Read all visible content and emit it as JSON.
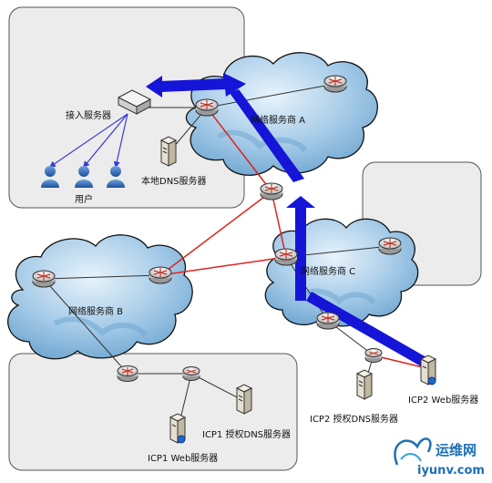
{
  "labels": {
    "access_server": "接入服务器",
    "users": "用户",
    "local_dns": "本地DNS服务器",
    "isp_a": "网络服务商 A",
    "isp_b": "网络服务商 B",
    "isp_c": "网络服务商 C",
    "icp1_dns": "ICP1 授权DNS服务器",
    "icp1_web": "ICP1 Web服务器",
    "icp2_dns": "ICP2 授权DNS服务器",
    "icp2_web": "ICP2 Web服务器"
  },
  "watermark": {
    "name": "运维网",
    "url": "iyunv.com"
  },
  "colors": {
    "panel_fill": "#ececec",
    "panel_stroke": "#555555",
    "cloud_fill": "#a9cde9",
    "cloud_dark": "#6fa7d2",
    "link_red": "#e0231b",
    "link_black": "#333333",
    "user_link": "#3b3bd6",
    "flow_arrow": "#1515d8",
    "icp2_link": "#e0231b"
  }
}
